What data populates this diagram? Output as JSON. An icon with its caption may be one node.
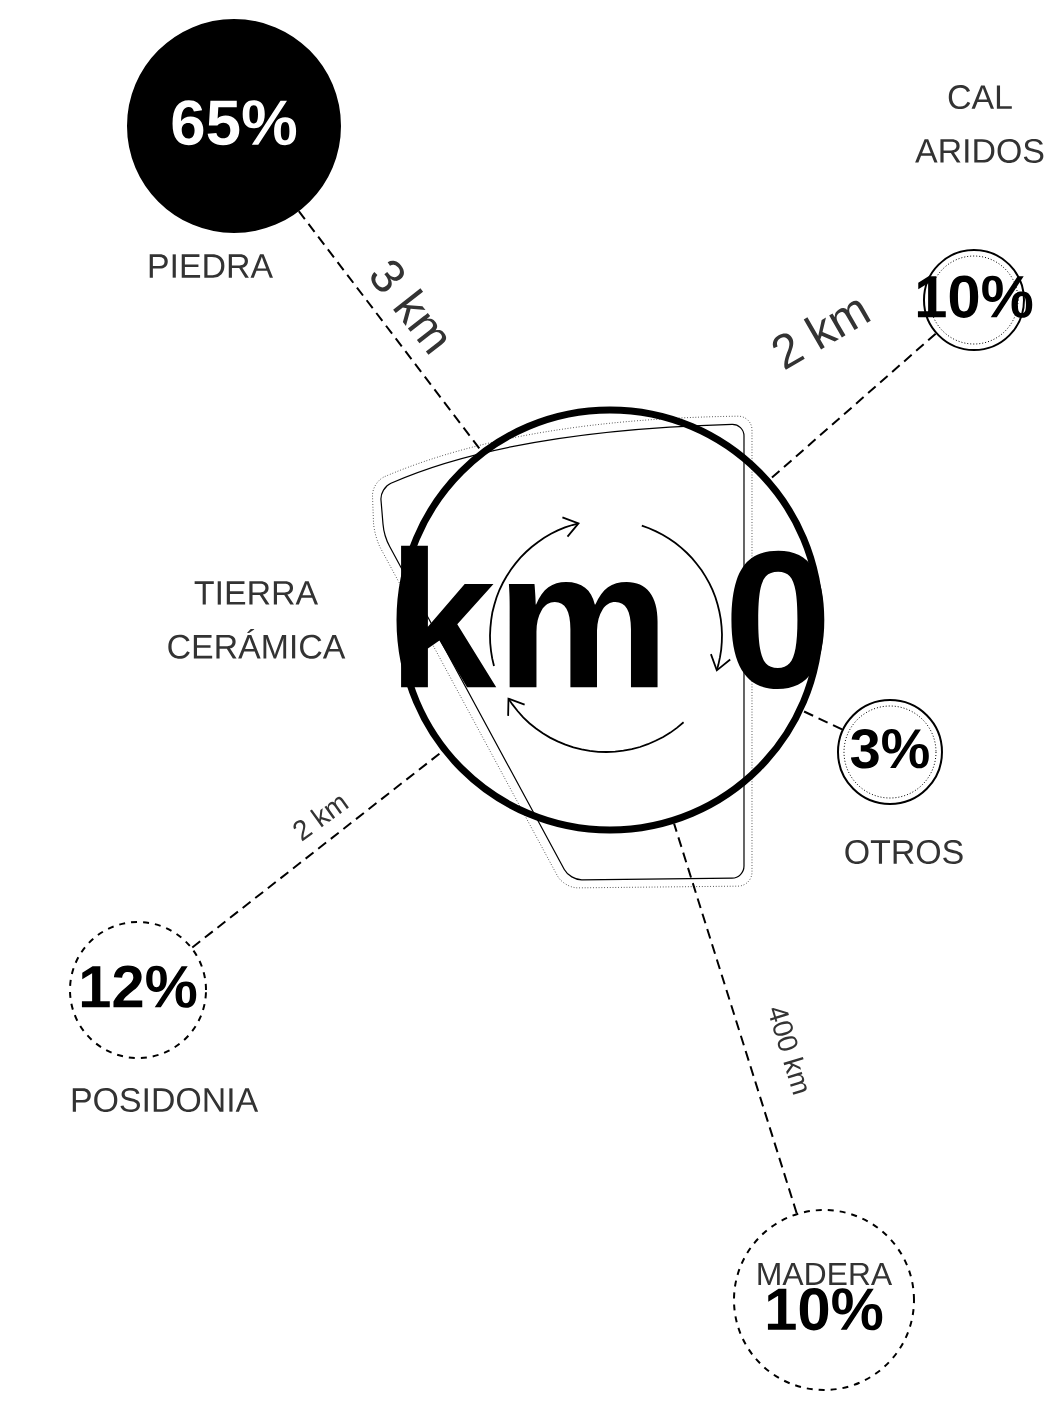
{
  "diagram": {
    "nodes": [
      {
        "text": [
          "km 0"
        ]
      },
      {
        "text": [
          "65%"
        ],
        "beside": [
          "PIEDRA"
        ]
      },
      {
        "text": [
          "10%"
        ],
        "beside": [
          "CAL ARIDOS"
        ]
      },
      {
        "text": [
          "3%"
        ],
        "beside": [
          "OTROS"
        ]
      },
      {
        "text": [
          "MADERA",
          "10%"
        ]
      },
      {
        "text": [
          "12%"
        ],
        "beside": [
          "POSIDONIA"
        ]
      }
    ],
    "edges": [
      {
        "from": 1,
        "to": 0,
        "arrow": "none",
        "style": "dashed",
        "label": "3 km"
      },
      {
        "from": 2,
        "to": 0,
        "arrow": "none",
        "style": "dashed",
        "label": "2 km"
      },
      {
        "from": 3,
        "to": 0,
        "arrow": "none",
        "style": "dashed"
      },
      {
        "from": 4,
        "to": 0,
        "arrow": "none",
        "style": "dashed",
        "label": "400 km"
      },
      {
        "from": 5,
        "to": 0,
        "arrow": "none",
        "style": "dashed",
        "label": "2 km"
      }
    ],
    "labels": [
      "TIERRA CERÁMICA"
    ]
  }
}
